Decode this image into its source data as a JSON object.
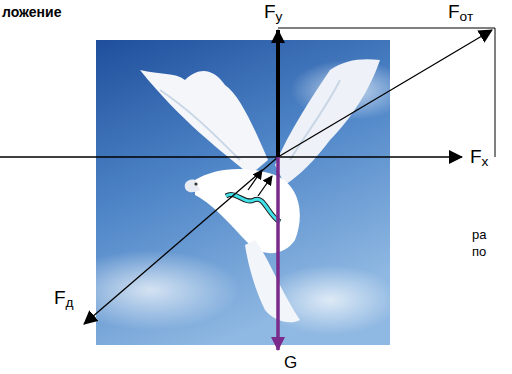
{
  "diagram": {
    "labels": [
      "ложение",
      "Fу",
      "Fот",
      "Fx",
      "Fд",
      "G",
      "ра",
      "по"
    ]
  }
}
